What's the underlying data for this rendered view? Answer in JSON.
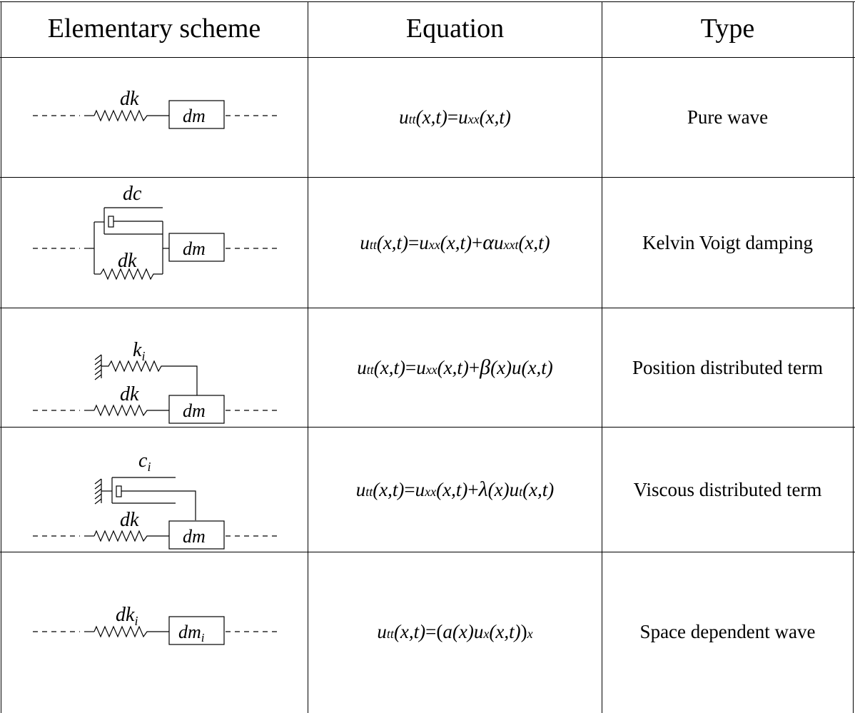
{
  "headers": {
    "scheme": "Elementary scheme",
    "equation": "Equation",
    "type": "Type"
  },
  "rows": [
    {
      "labels": {
        "spring": "dk",
        "mass": "dm"
      },
      "equation": {
        "lhs": "u",
        "lhs_sub": "tt",
        "args1": "(x,t)",
        "eq": " = ",
        "rhs": "u",
        "rhs_sub": "xx",
        "args2": "(x,t)"
      },
      "type": "Pure wave"
    },
    {
      "labels": {
        "damper": "dc",
        "spring": "dk",
        "mass": "dm"
      },
      "equation": {
        "lhs": "u",
        "lhs_sub": "tt",
        "args1": "(x,t)",
        "eq": " = ",
        "rhs": "u",
        "rhs_sub": "xx",
        "args2": "(x,t)",
        "plus": " + ",
        "coef": "α",
        "term": "u",
        "term_sub": "xxt",
        "args3": "(x,t)"
      },
      "type": "Kelvin Voigt damping"
    },
    {
      "labels": {
        "ground_spring": "k",
        "ground_spring_sub": "i",
        "spring": "dk",
        "mass": "dm"
      },
      "equation": {
        "lhs": "u",
        "lhs_sub": "tt",
        "args1": "(x,t)",
        "eq": " = ",
        "rhs": "u",
        "rhs_sub": "xx",
        "args2": "(x,t)",
        "plus": " + ",
        "coef": "β",
        "coef_args": "(x)",
        "term": "u",
        "args3": "(x,t)"
      },
      "type": "Position distributed term"
    },
    {
      "labels": {
        "ground_damper": "c",
        "ground_damper_sub": "i",
        "spring": "dk",
        "mass": "dm"
      },
      "equation": {
        "lhs": "u",
        "lhs_sub": "tt",
        "args1": "(x,t)",
        "eq": " = ",
        "rhs": "u",
        "rhs_sub": "xx",
        "args2": "(x,t)",
        "plus": " + ",
        "coef": "λ",
        "coef_args": "(x)",
        "term": "u",
        "term_sub": "t",
        "args3": "(x,t)"
      },
      "type": "Viscous distributed term"
    },
    {
      "labels": {
        "spring": "dk",
        "spring_sub": "i",
        "mass": "dm",
        "mass_sub": "i"
      },
      "equation": {
        "lhs": "u",
        "lhs_sub": "tt",
        "args1": "(x,t)",
        "eq": " = ",
        "open": "(",
        "coef": "a",
        "coef_args": "(x)",
        "term": "u",
        "term_sub": "x",
        "args3": "(x,t)",
        "close": ")",
        "close_sub": "x"
      },
      "type": "Space dependent wave"
    }
  ]
}
